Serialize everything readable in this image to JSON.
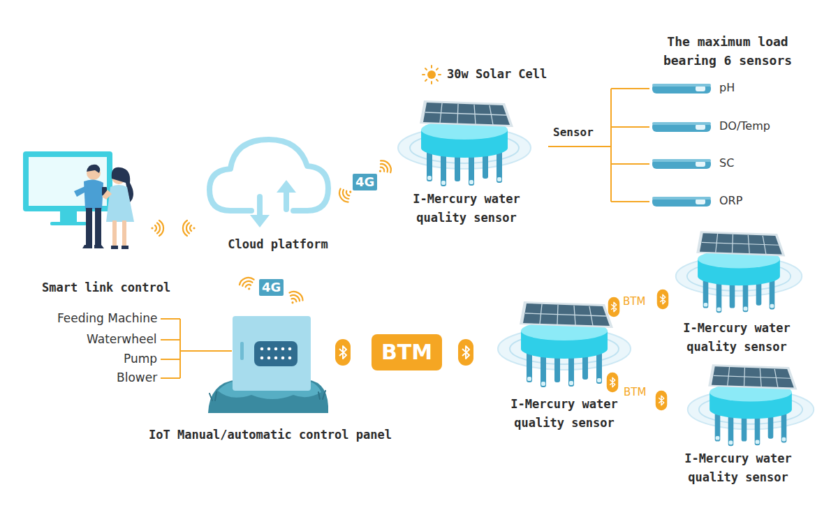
{
  "diagram": {
    "nodes": [
      {
        "text": [
          "Cloud platform"
        ]
      },
      {
        "text": [
          "I-Mercury water quality sensor"
        ]
      },
      {
        "text": [
          "IoT Manual/automatic control panel"
        ]
      },
      {
        "text": [
          "BTM"
        ]
      },
      {
        "text": [
          "I-Mercury water quality sensor"
        ]
      },
      {
        "text": [
          "I-Mercury water quality sensor"
        ]
      },
      {
        "text": [
          "I-Mercury water quality sensor"
        ]
      }
    ],
    "labels": [
      "30w Solar Cell",
      "The maximum load bearing 6 sensors",
      "Sensor",
      "pH",
      "DO/Temp",
      "SC",
      "ORP",
      "4G",
      "Smart link control",
      "Feeding Machine",
      "Waterwheel",
      "Pump",
      "Blower",
      "4G",
      "BTM",
      "BTM"
    ]
  }
}
